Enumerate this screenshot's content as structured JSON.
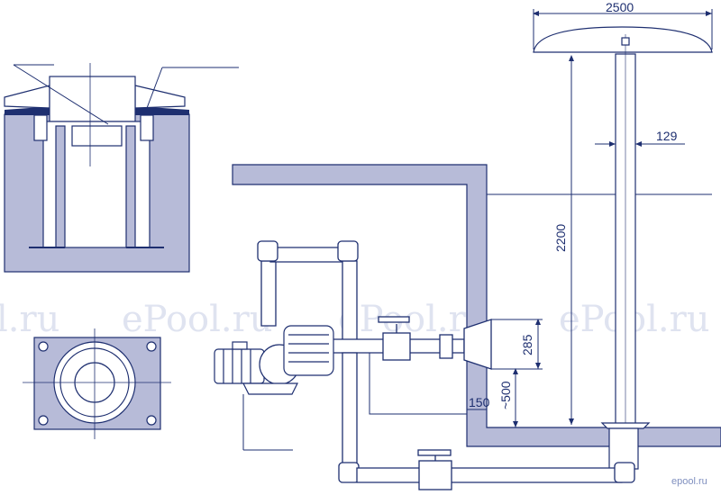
{
  "watermark": {
    "text_left": "l.ru",
    "text_center_left": "ePool.ru",
    "text_center": "ePool.ru",
    "text_right": "ePool.ru",
    "corner": "epool.ru"
  },
  "dimensions": {
    "top_width": "2500",
    "pipe_diameter": "129",
    "height_main": "2200",
    "inlet_height": "285",
    "depth_approx": "~500",
    "bottom_offset": "150"
  },
  "colors": {
    "line": "#1e2f70",
    "fill_blue": "#b7bbd8",
    "watermark": "#dfe3f0"
  }
}
